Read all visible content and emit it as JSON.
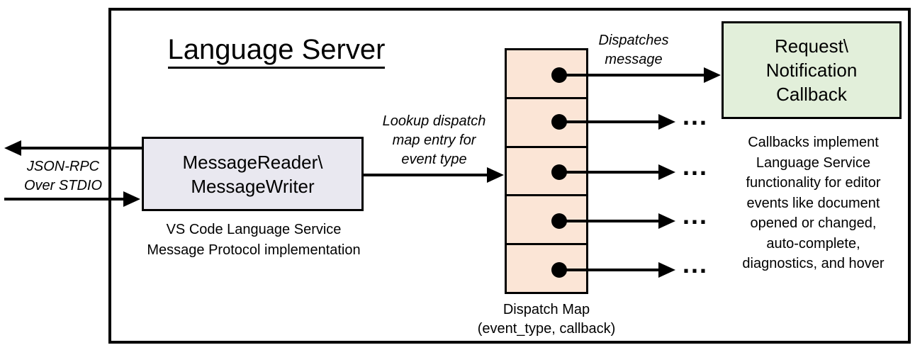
{
  "colors": {
    "peach": "#FBE5D6",
    "green": "#E2EFDA",
    "lavender": "#E9E8F0",
    "line": "#000000"
  },
  "title": "Language Server",
  "stdio_label": {
    "line1": "JSON-RPC",
    "line2": "Over STDIO"
  },
  "reader_box": {
    "line1": "MessageReader\\",
    "line2": "MessageWriter"
  },
  "reader_caption": {
    "line1": "VS Code Language Service",
    "line2": "Message Protocol implementation"
  },
  "lookup_label": {
    "line1": "Lookup dispatch",
    "line2": "map entry for",
    "line3": "event type"
  },
  "dispatches_label": {
    "line1": "Dispatches",
    "line2": "message"
  },
  "callback_box": {
    "line1": "Request\\",
    "line2": "Notification",
    "line3": "Callback"
  },
  "callbacks_note": {
    "lines": [
      "Callbacks implement",
      "Language Service",
      "functionality for editor",
      "events like document",
      "opened or changed,",
      "auto-complete,",
      "diagnostics, and hover"
    ]
  },
  "dispatch_map_label": {
    "line1": "Dispatch Map",
    "line2": "(event_type, callback)"
  },
  "ellipsis": "..."
}
